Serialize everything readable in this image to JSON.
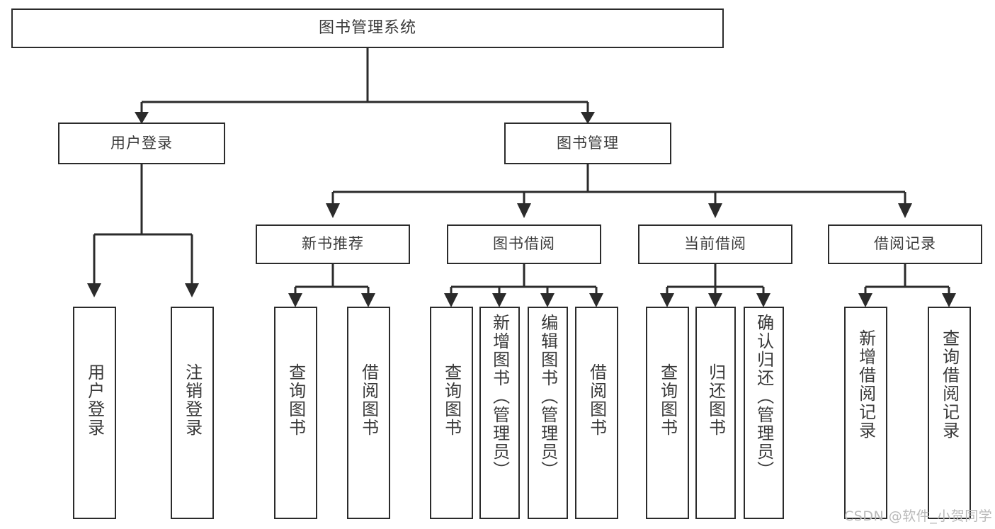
{
  "diagram": {
    "type": "tree-hierarchy-chart",
    "title": "图书管理系统",
    "colors": {
      "background": "#ffffff",
      "box_border": "#2b2b2b",
      "box_fill": "#ffffff",
      "text": "#3a3a3a",
      "connector": "#2b2b2b",
      "watermark": "#b9b9b9"
    },
    "levels": {
      "root": {
        "label": "图书管理系统"
      },
      "level2": [
        {
          "label": "用户登录"
        },
        {
          "label": "图书管理"
        }
      ],
      "level3": [
        {
          "label": "新书推荐"
        },
        {
          "label": "图书借阅"
        },
        {
          "label": "当前借阅"
        },
        {
          "label": "借阅记录"
        }
      ]
    },
    "leaves": {
      "user_login": [
        {
          "label": "用户登录"
        },
        {
          "label": "注销登录"
        }
      ],
      "new_book_recommend": [
        {
          "label": "查询图书"
        },
        {
          "label": "借阅图书"
        }
      ],
      "book_borrow": [
        {
          "label": "查询图书"
        },
        {
          "label": "新增图书（管理员）"
        },
        {
          "label": "编辑图书（管理员）"
        },
        {
          "label": "借阅图书"
        }
      ],
      "current_borrow": [
        {
          "label": "查询图书"
        },
        {
          "label": "归还图书"
        },
        {
          "label": "确认归还（管理员）"
        }
      ],
      "borrow_record": [
        {
          "label": "新增借阅记录"
        },
        {
          "label": "查询借阅记录"
        }
      ]
    }
  },
  "watermark": {
    "text": "CSDN @软件_小贺同学"
  }
}
